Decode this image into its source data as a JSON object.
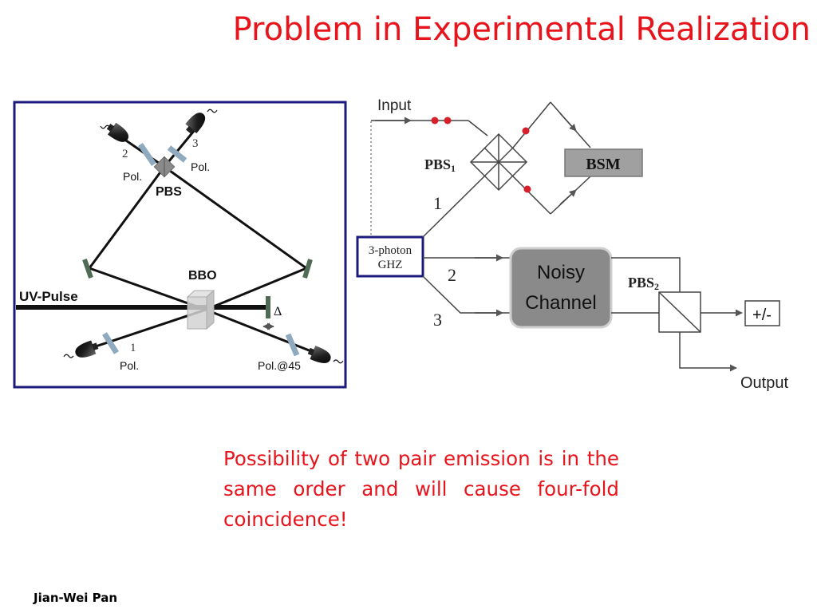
{
  "slide": {
    "title": "Problem in Experimental Realization",
    "caption": "Possibility of two pair emission is in the same order and will cause four-fold coincidence!",
    "author": "Jian-Wei Pan"
  },
  "setup_diagram": {
    "pbs_label": "PBS",
    "bbo_label": "BBO",
    "uv_label": "UV-Pulse",
    "delta_label": "Δ",
    "detector_2": "2",
    "detector_3": "3",
    "detector_1": "1",
    "pol_left_top": "Pol.",
    "pol_right_top": "Pol.",
    "pol_bottom_left": "Pol.",
    "pol_bottom_right": "Pol.@45"
  },
  "scheme_diagram": {
    "input_label": "Input",
    "pbs1_main": "PBS",
    "pbs1_sub": "1",
    "bsm_label": "BSM",
    "ghz_line1": "3-photon",
    "ghz_line2": "GHZ",
    "path_1": "1",
    "path_2": "2",
    "path_3": "3",
    "noisy_line1": "Noisy",
    "noisy_line2": "Channel",
    "pbs2_main": "PBS",
    "pbs2_sub": "2",
    "pm_label": "+/-",
    "output_label": "Output"
  },
  "colors": {
    "title": "#e8141c",
    "frame": "#1c1a7a",
    "polarizer": "#8faabf",
    "mirror": "#4f6b53",
    "photon": "#d8202a",
    "noisy_box": "#8a8a8a"
  }
}
